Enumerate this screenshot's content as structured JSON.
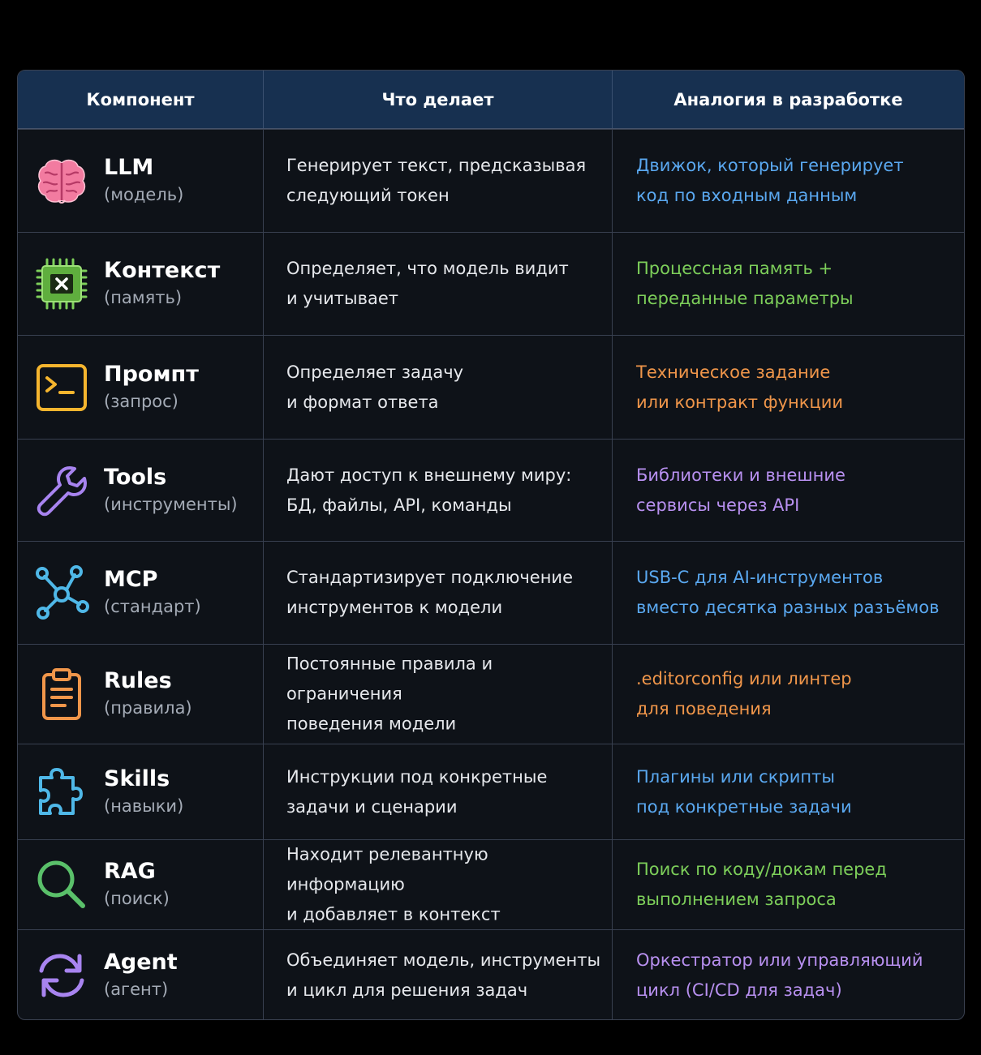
{
  "header": {
    "col1": "Компонент",
    "col2": "Что делает",
    "col3": "Аналогия в разработке"
  },
  "rows": [
    {
      "title": "LLM",
      "sub": "(модель)",
      "what1": "Генерирует текст, предсказывая",
      "what2": "следующий токен",
      "analog1": "Движок, который генерирует",
      "analog2": "код по входным данным",
      "color": "#5aa8f0",
      "icon": "brain-icon"
    },
    {
      "title": "Контекст",
      "sub": "(память)",
      "what1": "Определяет, что модель видит",
      "what2": "и учитывает",
      "analog1": "Процессная память +",
      "analog2": "переданные параметры",
      "color": "#7dcf5a",
      "icon": "chip-icon"
    },
    {
      "title": "Промпт",
      "sub": "(запрос)",
      "what1": "Определяет задачу",
      "what2": "и формат ответа",
      "analog1": "Техническое задание",
      "analog2": "или контракт функции",
      "color": "#f0964a",
      "icon": "terminal-icon"
    },
    {
      "title": "Tools",
      "sub": "(инструменты)",
      "what1": "Дают доступ к внешнему миру:",
      "what2": "БД, файлы, API, команды",
      "analog1": "Библиотеки и внешние",
      "analog2": "сервисы через API",
      "color": "#b890f0",
      "icon": "wrench-icon"
    },
    {
      "title": "MCP",
      "sub": "(стандарт)",
      "what1": "Стандартизирует подключение",
      "what2": "инструментов к модели",
      "analog1": "USB-C для AI-инструментов",
      "analog2": "вместо десятка разных разъёмов",
      "color": "#5aa8f0",
      "icon": "network-icon"
    },
    {
      "title": "Rules",
      "sub": "(правила)",
      "what1": "Постоянные правила и ограничения",
      "what2": "поведения модели",
      "analog1": ".editorconfig или линтер",
      "analog2": "для поведения",
      "color": "#f0964a",
      "icon": "clipboard-icon"
    },
    {
      "title": "Skills",
      "sub": "(навыки)",
      "what1": "Инструкции под конкретные",
      "what2": "задачи и сценарии",
      "analog1": "Плагины или скрипты",
      "analog2": "под конкретные задачи",
      "color": "#5aa8f0",
      "icon": "puzzle-icon"
    },
    {
      "title": "RAG",
      "sub": "(поиск)",
      "what1": "Находит релевантную информацию",
      "what2": "и добавляет в контекст",
      "analog1": "Поиск по коду/докам перед",
      "analog2": "выполнением запроса",
      "color": "#7dcf5a",
      "icon": "search-icon"
    },
    {
      "title": "Agent",
      "sub": "(агент)",
      "what1": "Объединяет модель, инструменты",
      "what2": "и цикл для решения задач",
      "analog1": "Оркестратор или управляющий",
      "analog2": "цикл (CI/CD для задач)",
      "color": "#b890f0",
      "icon": "refresh-icon"
    }
  ]
}
